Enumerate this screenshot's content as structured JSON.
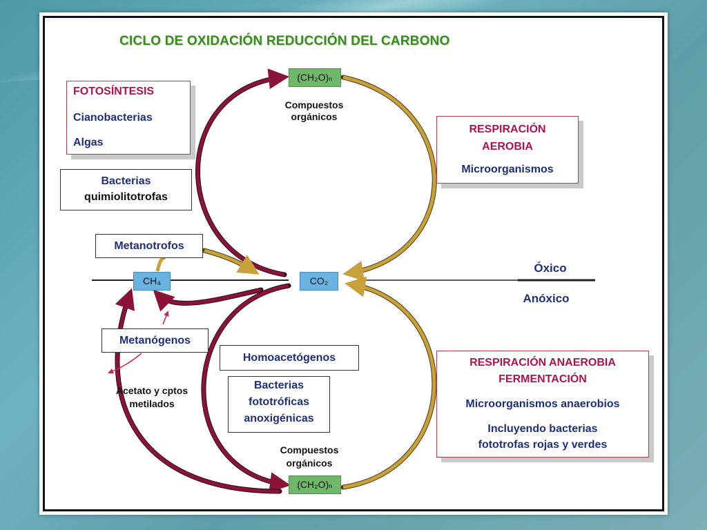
{
  "title": "CICLO DE OXIDACIÓN REDUCCIÓN DEL CARBONO",
  "nodes": {
    "ch2o_top": "(CH₂O)ₙ",
    "ch2o_bottom": "(CH₂O)ₙ",
    "co2": "CO₂",
    "ch4": "CH₄",
    "compuestos_top": [
      "Compuestos",
      "orgánicos"
    ],
    "compuestos_bottom": [
      "Compuestos",
      "orgánicos"
    ],
    "acetato": [
      "Acetato y cptos",
      "metilados"
    ],
    "oxico": "Óxico",
    "anoxico": "Anóxico"
  },
  "boxes": {
    "fotosintesis": {
      "heading": "FOTOSÍNTESIS",
      "items": [
        "Cianobacterias",
        "Algas"
      ]
    },
    "bacterias_quimio": [
      "Bacterias",
      "quimiolitotrofas"
    ],
    "metanotrofos": "Metanotrofos",
    "metanogenos": "Metanógenos",
    "respiracion_aerobia": {
      "heading": [
        "RESPIRACIÓN",
        "AEROBIA"
      ],
      "items": [
        "Microorganismos"
      ]
    },
    "homoacetogenos": "Homoacetógenos",
    "bacterias_fototroficas": [
      "Bacterias",
      "fototróficas",
      "anoxigénicas"
    ],
    "respiracion_anaerobia": {
      "heading": [
        "RESPIRACIÓN ANAEROBIA",
        "FERMENTACIÓN"
      ],
      "items": [
        "Microorganismos anaerobios",
        "Incluyendo bacterias",
        "fototrofas rojas y verdes"
      ]
    }
  },
  "colors": {
    "title_green": "#3c8a22",
    "arrow_maroon": "#8a1438",
    "arrow_gold": "#c9a13a",
    "box_red_border": "#b93a4a",
    "text_navy": "#1e2f7a",
    "text_magenta": "#b0124e",
    "chip_green": "#6fb86a",
    "chip_blue": "#6ab2e0"
  }
}
